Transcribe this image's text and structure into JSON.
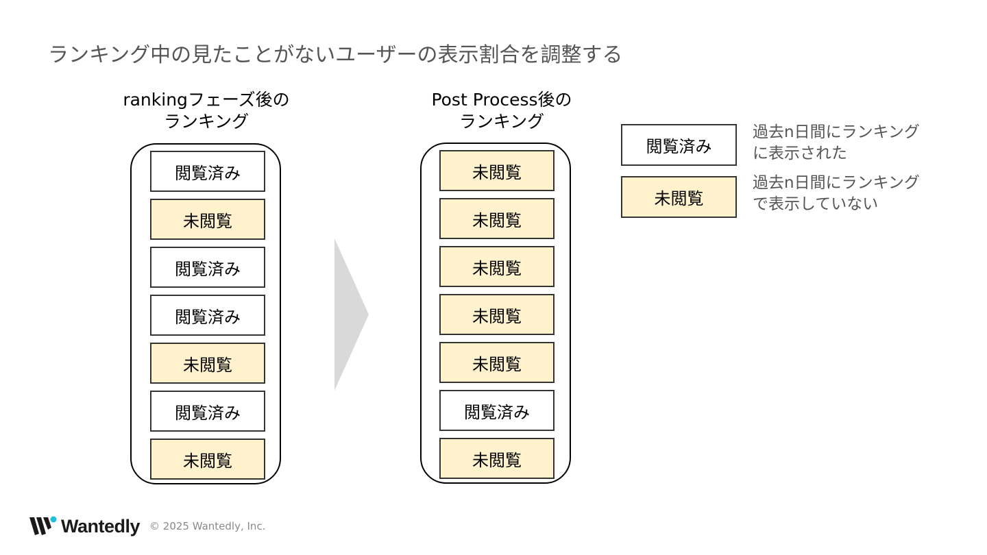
{
  "title": "ランキング中の見たことがないユーザーの表示割合を調整する",
  "left_column": {
    "heading_line1": "rankingフェーズ後の",
    "heading_line2": "ランキング",
    "items": [
      {
        "label": "閲覧済み",
        "status": "seen"
      },
      {
        "label": "未閲覧",
        "status": "unseen"
      },
      {
        "label": "閲覧済み",
        "status": "seen"
      },
      {
        "label": "閲覧済み",
        "status": "seen"
      },
      {
        "label": "未閲覧",
        "status": "unseen"
      },
      {
        "label": "閲覧済み",
        "status": "seen"
      },
      {
        "label": "未閲覧",
        "status": "unseen"
      }
    ]
  },
  "right_column": {
    "heading_line1": "Post Process後の",
    "heading_line2": "ランキング",
    "items": [
      {
        "label": "未閲覧",
        "status": "unseen"
      },
      {
        "label": "未閲覧",
        "status": "unseen"
      },
      {
        "label": "未閲覧",
        "status": "unseen"
      },
      {
        "label": "未閲覧",
        "status": "unseen"
      },
      {
        "label": "未閲覧",
        "status": "unseen"
      },
      {
        "label": "閲覧済み",
        "status": "seen"
      },
      {
        "label": "未閲覧",
        "status": "unseen"
      }
    ]
  },
  "legend": {
    "seen": {
      "label": "閲覧済み",
      "desc_line1": "過去n日間にランキング",
      "desc_line2": "に表示された"
    },
    "unseen": {
      "label": "未閲覧",
      "desc_line1": "過去n日間にランキング",
      "desc_line2": "で表示していない"
    }
  },
  "colors": {
    "seen_fill": "#ffffff",
    "unseen_fill": "#fff2cc",
    "arrow": "#d9d9d9",
    "title_text": "#555555"
  },
  "footer": {
    "logo_text": "Wantedly",
    "copyright": "© 2025 Wantedly, Inc."
  }
}
